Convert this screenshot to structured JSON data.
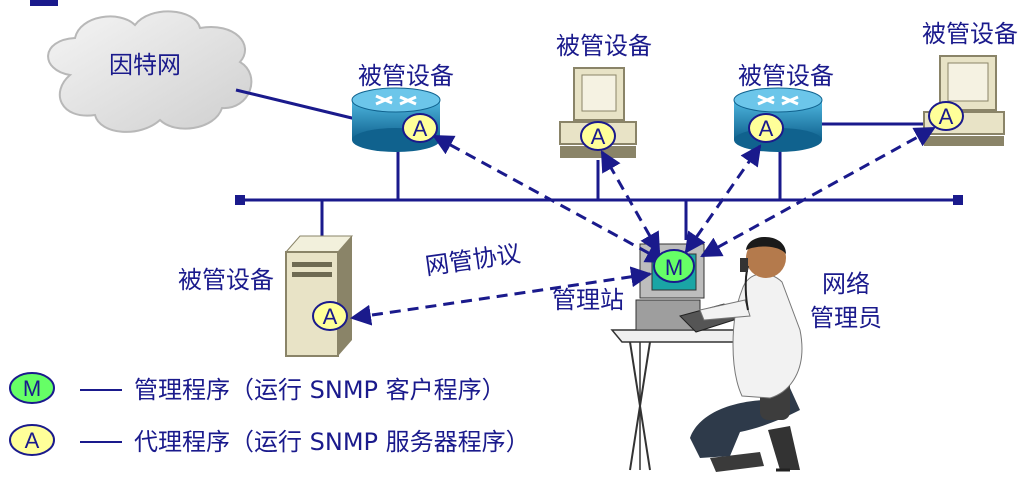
{
  "labels": {
    "internet": "因特网",
    "managed_device": "被管设备",
    "protocol": "网管协议",
    "station": "管理站",
    "admin_line1": "网络",
    "admin_line2": "管理员"
  },
  "badges": {
    "manager": "M",
    "agent": "A"
  },
  "legend": [
    {
      "badge": "M",
      "text": "管理程序（运行 SNMP 客户程序）"
    },
    {
      "badge": "A",
      "text": "代理程序（运行 SNMP 服务器程序）"
    }
  ],
  "colors": {
    "label": "#1a1a8c",
    "line": "#1a1a8c",
    "agent_fill": "#ffff99",
    "manager_fill": "#66ff66",
    "router_fill": "#1e8fbf",
    "cloud_fill": "#e6e6e6"
  }
}
